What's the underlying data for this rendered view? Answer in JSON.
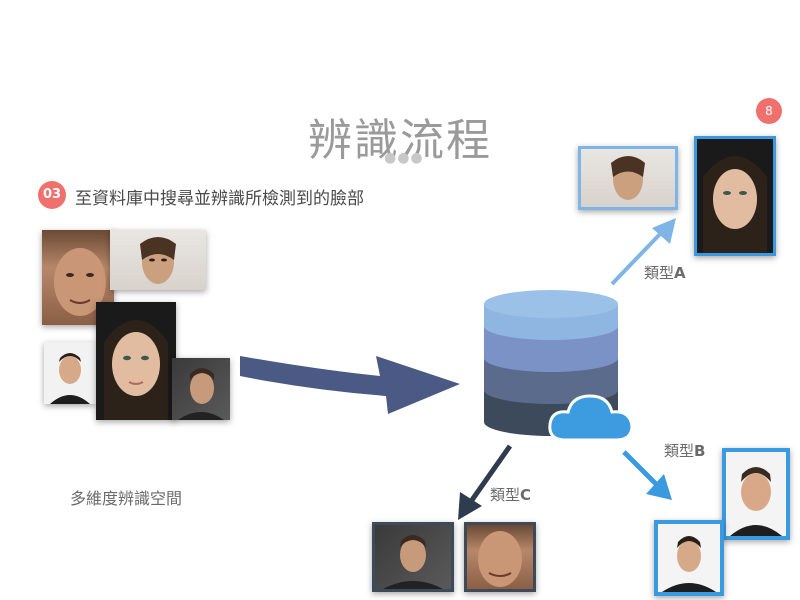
{
  "slide": {
    "title": "辨識流程",
    "page_number": "8",
    "step_number": "03",
    "step_text": "至資料庫中搜尋並辨識所檢測到的臉部",
    "space_label": "多維度辨識空間"
  },
  "categories": [
    {
      "id": "a",
      "prefix": "類型",
      "letter": "A"
    },
    {
      "id": "b",
      "prefix": "類型",
      "letter": "B"
    },
    {
      "id": "c",
      "prefix": "類型",
      "letter": "C"
    }
  ],
  "colors": {
    "accent": "#f0706d",
    "db_top": "#8fb6e0",
    "db_layer2": "#7a92c6",
    "db_layer3": "#5a6b8c",
    "db_layer4": "#3d4a5c",
    "cloud": "#3d9be0",
    "arrow_main": "#4a5a85",
    "arrow_blue": "#5aa8e4",
    "arrow_dark": "#2f3b4e"
  }
}
